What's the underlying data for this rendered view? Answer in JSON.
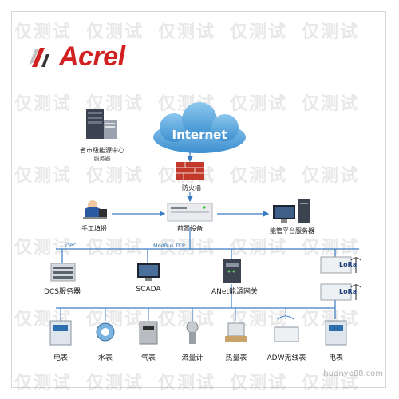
{
  "brand": {
    "logo_text": "Acrel",
    "logo_color": "#d02020"
  },
  "watermark": {
    "text": "仅测试",
    "corner_text": "hudnye88.com"
  },
  "cloud": {
    "text": "Internet",
    "color": "#5aa8d8"
  },
  "nodes": {
    "provincial_center": {
      "title": "省市级能源中心",
      "subtitle": "服务器"
    },
    "firewall": {
      "label": "防火墙"
    },
    "manual_report": {
      "label": "手工填报"
    },
    "front_device": {
      "label": "前置设备"
    },
    "energy_platform_server": {
      "label": "能管平台服务器"
    },
    "dcs_server": {
      "label": "DCS服务器"
    },
    "scada": {
      "label": "SCADA"
    },
    "anet_gateway": {
      "label": "ANet能源网关"
    },
    "lora_1": {
      "label": "LoRa"
    },
    "lora_2": {
      "label": "LoRa"
    }
  },
  "bus_labels": {
    "opc": "OPC",
    "modbus": "ModBus TCP"
  },
  "meters": [
    {
      "label": "电表"
    },
    {
      "label": "水表"
    },
    {
      "label": "气表"
    },
    {
      "label": "流量计"
    },
    {
      "label": "热量表"
    },
    {
      "label": "ADW无线表"
    },
    {
      "label": "电表"
    }
  ],
  "colors": {
    "arrow": "#3a7cc4",
    "firewall": "#c0392b",
    "bus": "#3a7cc4"
  }
}
